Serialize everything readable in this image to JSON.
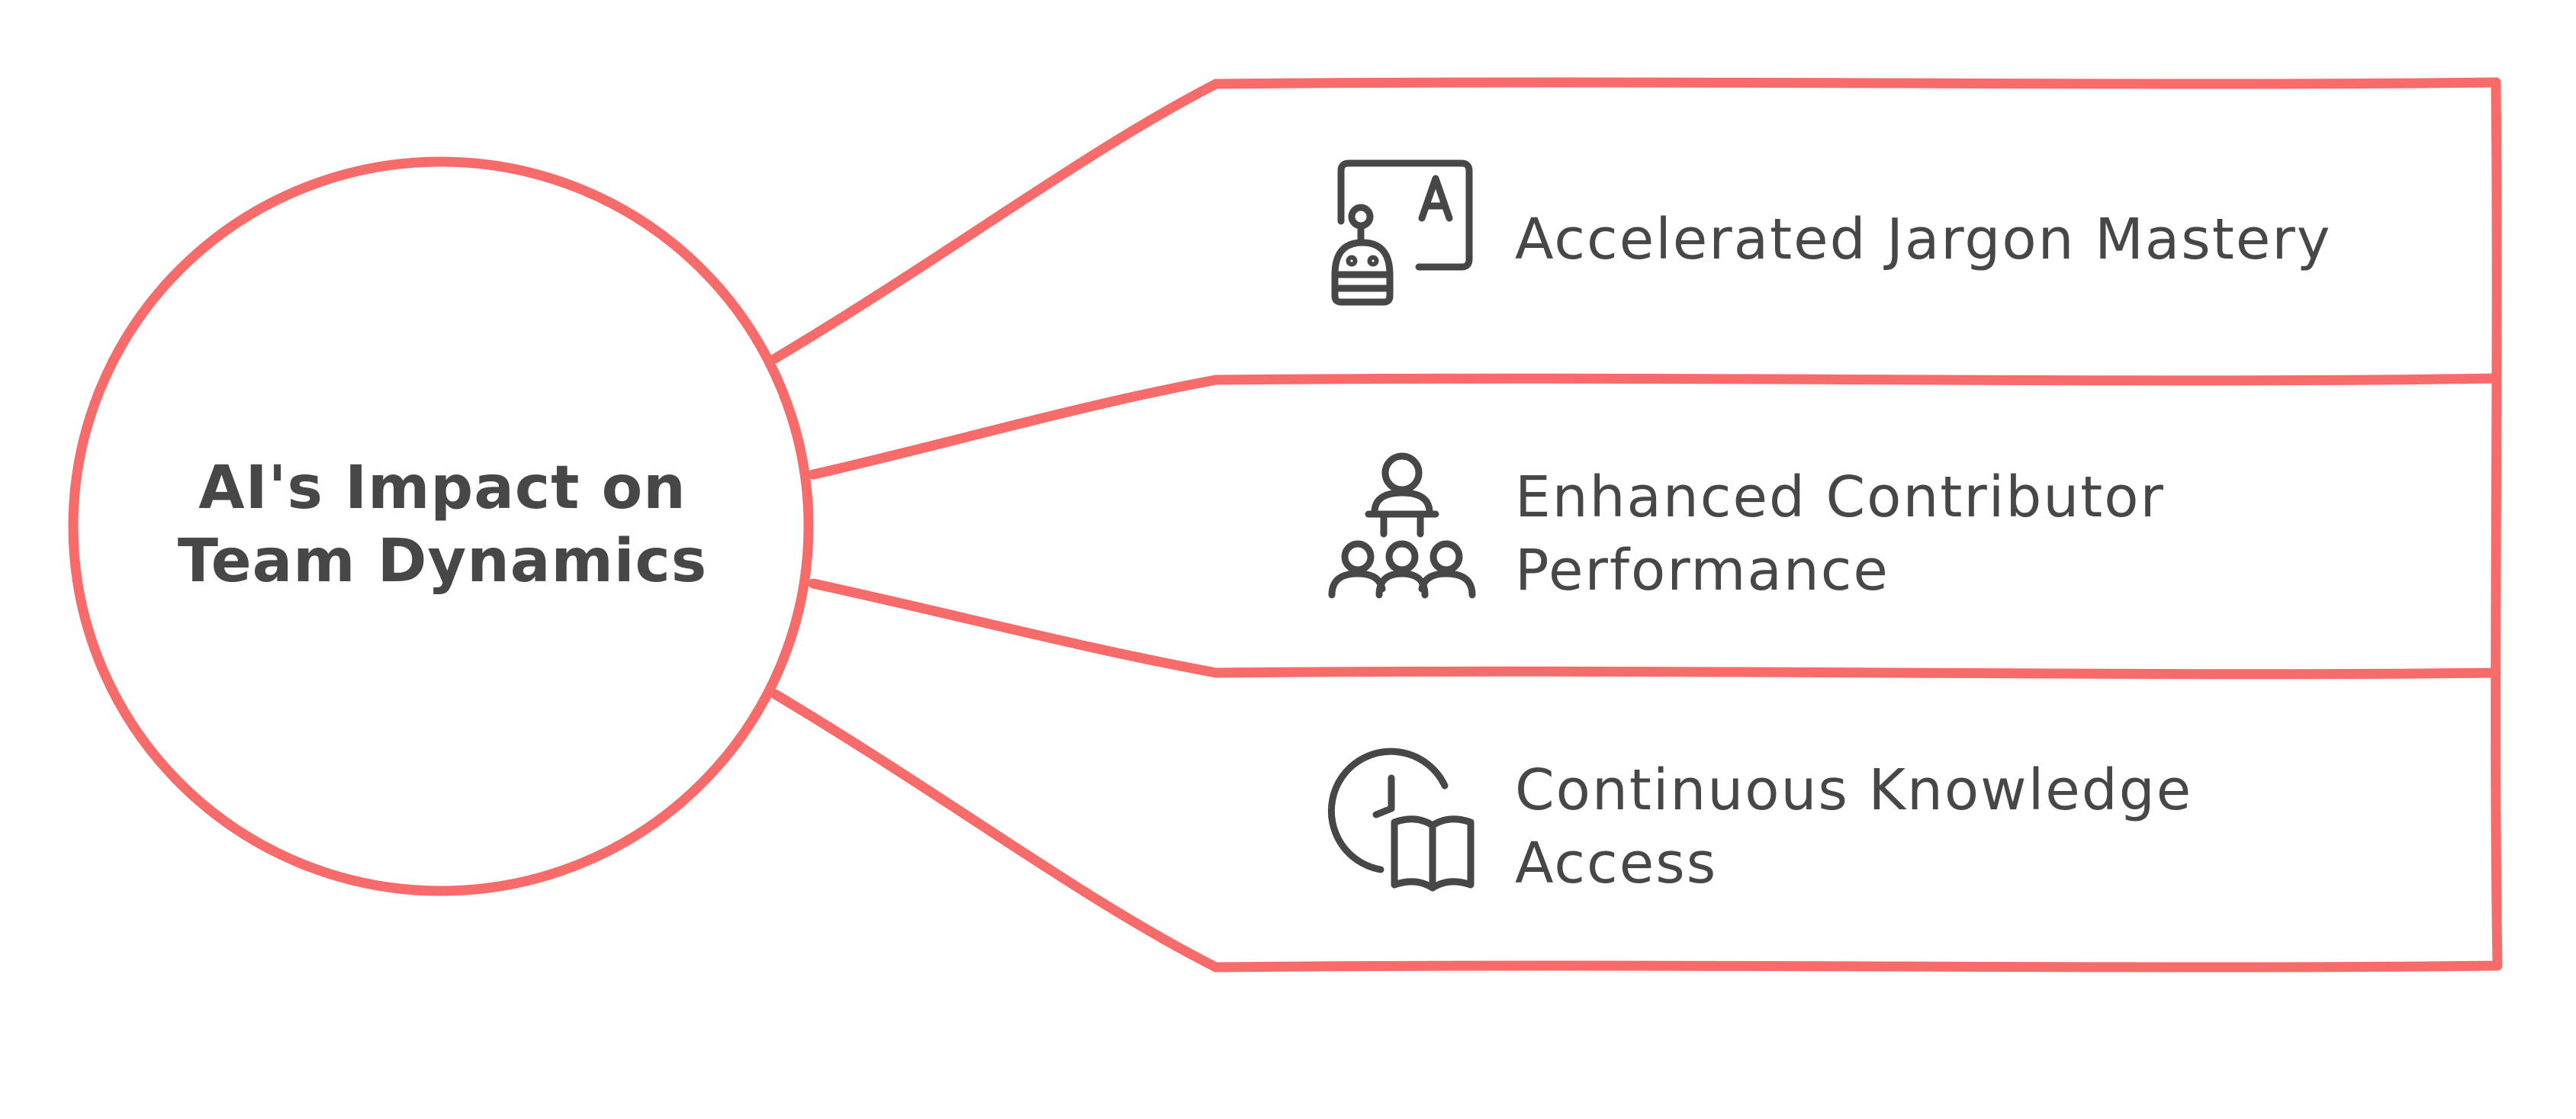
{
  "hub": {
    "title_line1": "AI's Impact on",
    "title_line2": "Team Dynamics"
  },
  "items": [
    {
      "line1": "Accelerated Jargon Mastery",
      "line2": "",
      "icon": "ai-robot-translation-icon"
    },
    {
      "line1": "Enhanced Contributor",
      "line2": "Performance",
      "icon": "presenter-audience-icon"
    },
    {
      "line1": "Continuous Knowledge",
      "line2": "Access",
      "icon": "clock-book-icon"
    }
  ],
  "colors": {
    "accent": "#F76C6A",
    "text": "#474747"
  }
}
